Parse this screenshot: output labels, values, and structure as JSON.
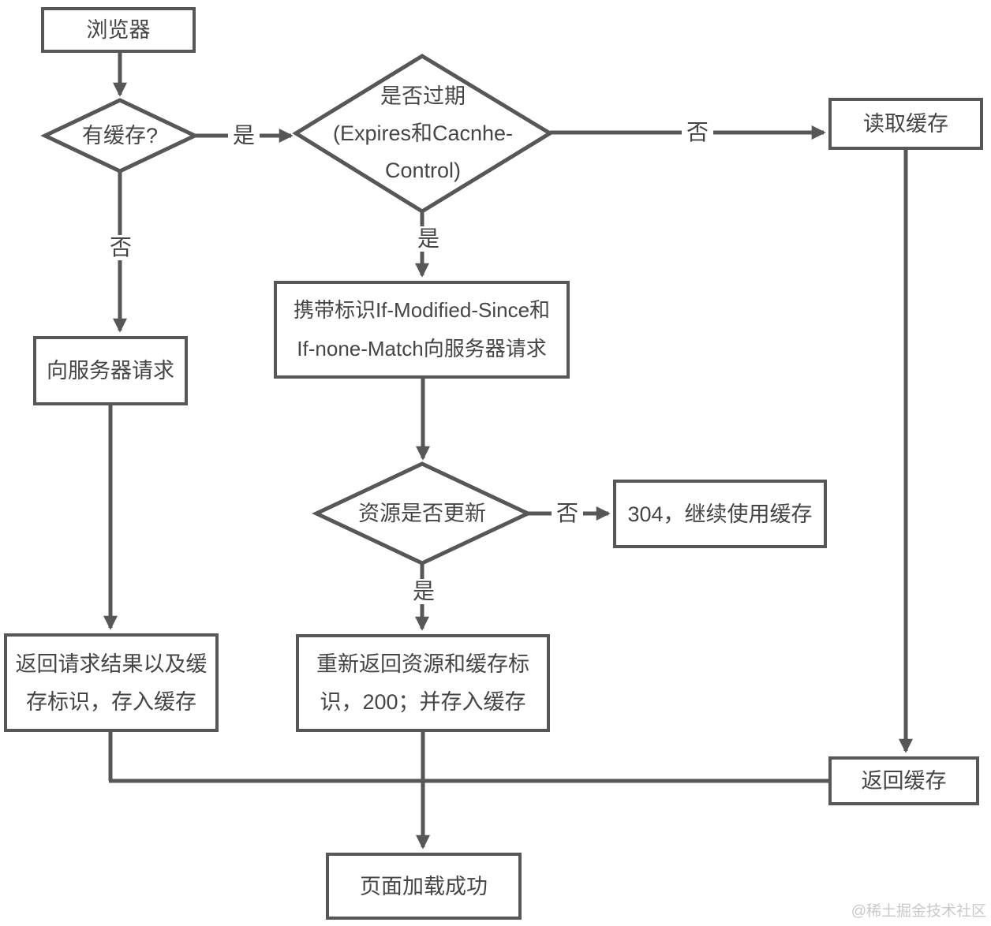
{
  "nodes": {
    "browser": "浏览器",
    "has_cache": "有缓存?",
    "expired_line1": "是否过期",
    "expired_line2": "(Expires和Cacnhe-",
    "expired_line3": "Control)",
    "read_cache": "读取缓存",
    "request_server": "向服务器请求",
    "conditional_request_line1": "携带标识If-Modified-Since和",
    "conditional_request_line2": "If-none-Match向服务器请求",
    "resource_updated": "资源是否更新",
    "not_modified": "304，继续使用缓存",
    "store_cache_line1": "返回请求结果以及缓",
    "store_cache_line2": "存标识，存入缓存",
    "return_new_line1": "重新返回资源和缓存标",
    "return_new_line2": "识，200；并存入缓存",
    "return_cache": "返回缓存",
    "page_loaded": "页面加载成功"
  },
  "edge_labels": {
    "has_cache_yes": "是",
    "has_cache_no": "否",
    "expired_no": "否",
    "expired_yes": "是",
    "updated_no": "否",
    "updated_yes": "是"
  },
  "watermark": "@稀土掘金技术社区",
  "colors": {
    "line": "#575757",
    "text": "#454545",
    "watermark": "#c9c9c9"
  }
}
